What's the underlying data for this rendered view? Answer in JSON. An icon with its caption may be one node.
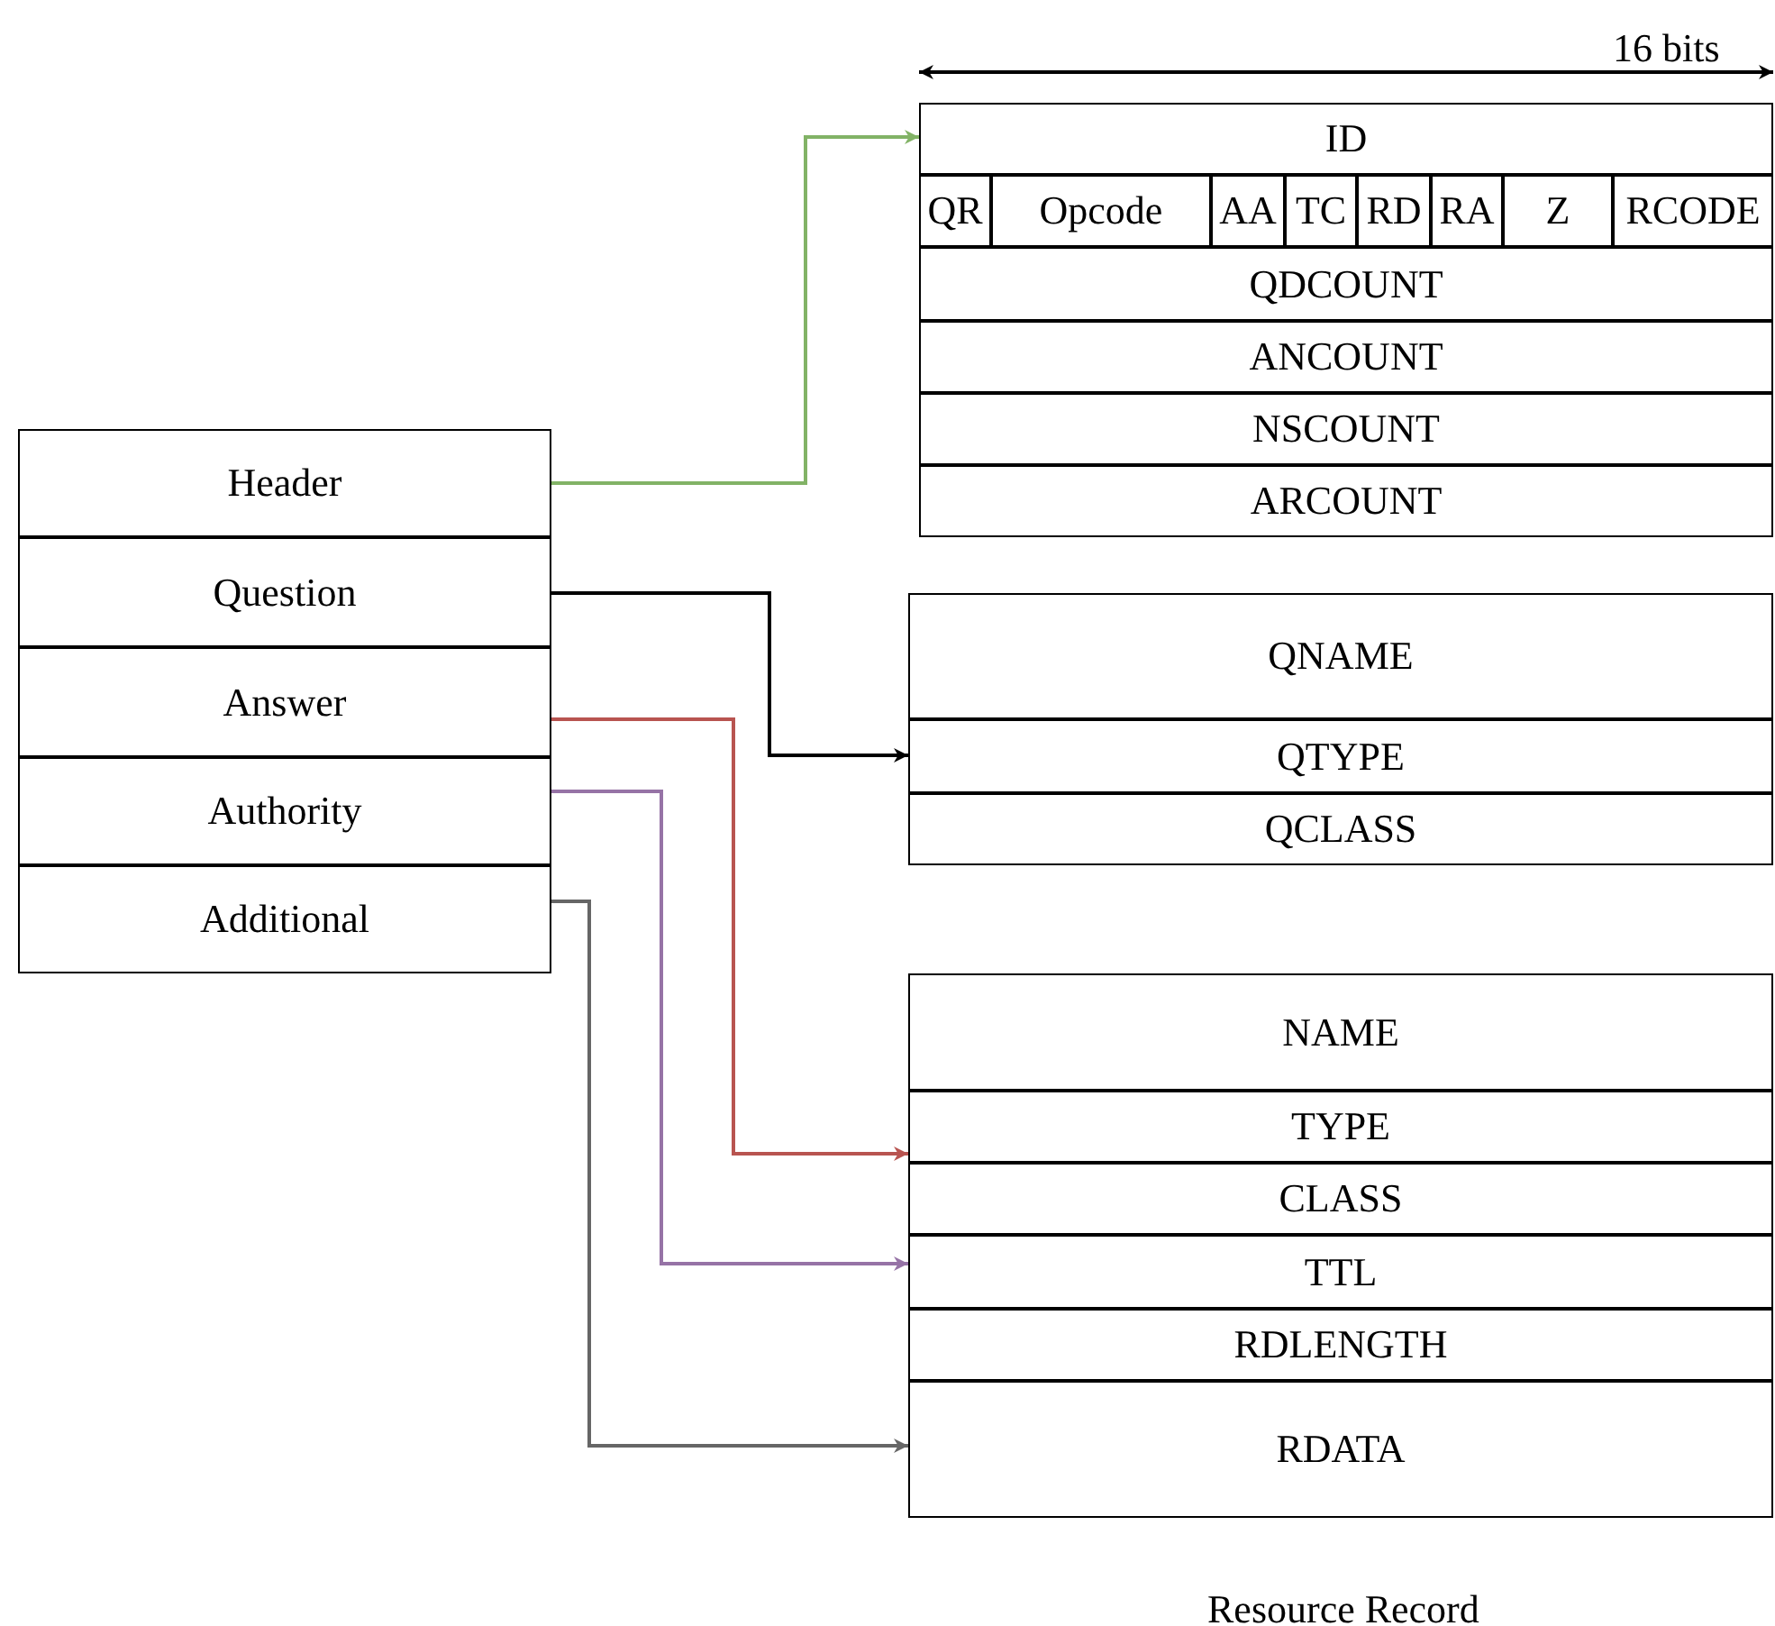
{
  "diagram": {
    "nodes": [
      {
        "text": [
          "Header"
        ]
      },
      {
        "text": [
          "Question"
        ]
      },
      {
        "text": [
          "Answer"
        ]
      },
      {
        "text": [
          "Authority"
        ]
      },
      {
        "text": [
          "Additional"
        ]
      },
      {
        "text": [
          "ID"
        ]
      },
      {
        "text": [
          "QR"
        ]
      },
      {
        "text": [
          "Opcode"
        ]
      },
      {
        "text": [
          "AA"
        ]
      },
      {
        "text": [
          "TC"
        ]
      },
      {
        "text": [
          "RD"
        ]
      },
      {
        "text": [
          "RA"
        ]
      },
      {
        "text": [
          "Z"
        ]
      },
      {
        "text": [
          "RCODE"
        ]
      },
      {
        "text": [
          "QDCOUNT"
        ]
      },
      {
        "text": [
          "ANCOUNT"
        ]
      },
      {
        "text": [
          "NSCOUNT"
        ]
      },
      {
        "text": [
          "ARCOUNT"
        ]
      },
      {
        "text": [
          "QNAME"
        ]
      },
      {
        "text": [
          "QTYPE"
        ]
      },
      {
        "text": [
          "QCLASS"
        ]
      },
      {
        "text": [
          "NAME"
        ]
      },
      {
        "text": [
          "TYPE"
        ]
      },
      {
        "text": [
          "CLASS"
        ]
      },
      {
        "text": [
          "TTL"
        ]
      },
      {
        "text": [
          "RDLENGTH"
        ]
      },
      {
        "text": [
          "RDATA"
        ]
      }
    ],
    "edges": [
      {
        "from": 0,
        "to": 5,
        "arrow": "to",
        "color": "#82b366"
      },
      {
        "from": 1,
        "to": 19,
        "arrow": "to",
        "color": "#000000"
      },
      {
        "from": 2,
        "to": 22,
        "arrow": "to",
        "color": "#b85450"
      },
      {
        "from": 3,
        "to": 24,
        "arrow": "to",
        "color": "#9673a6"
      },
      {
        "from": 4,
        "to": 26,
        "arrow": "to",
        "color": "#666666"
      }
    ],
    "labels": [
      "16 bits",
      "Resource Record"
    ]
  }
}
